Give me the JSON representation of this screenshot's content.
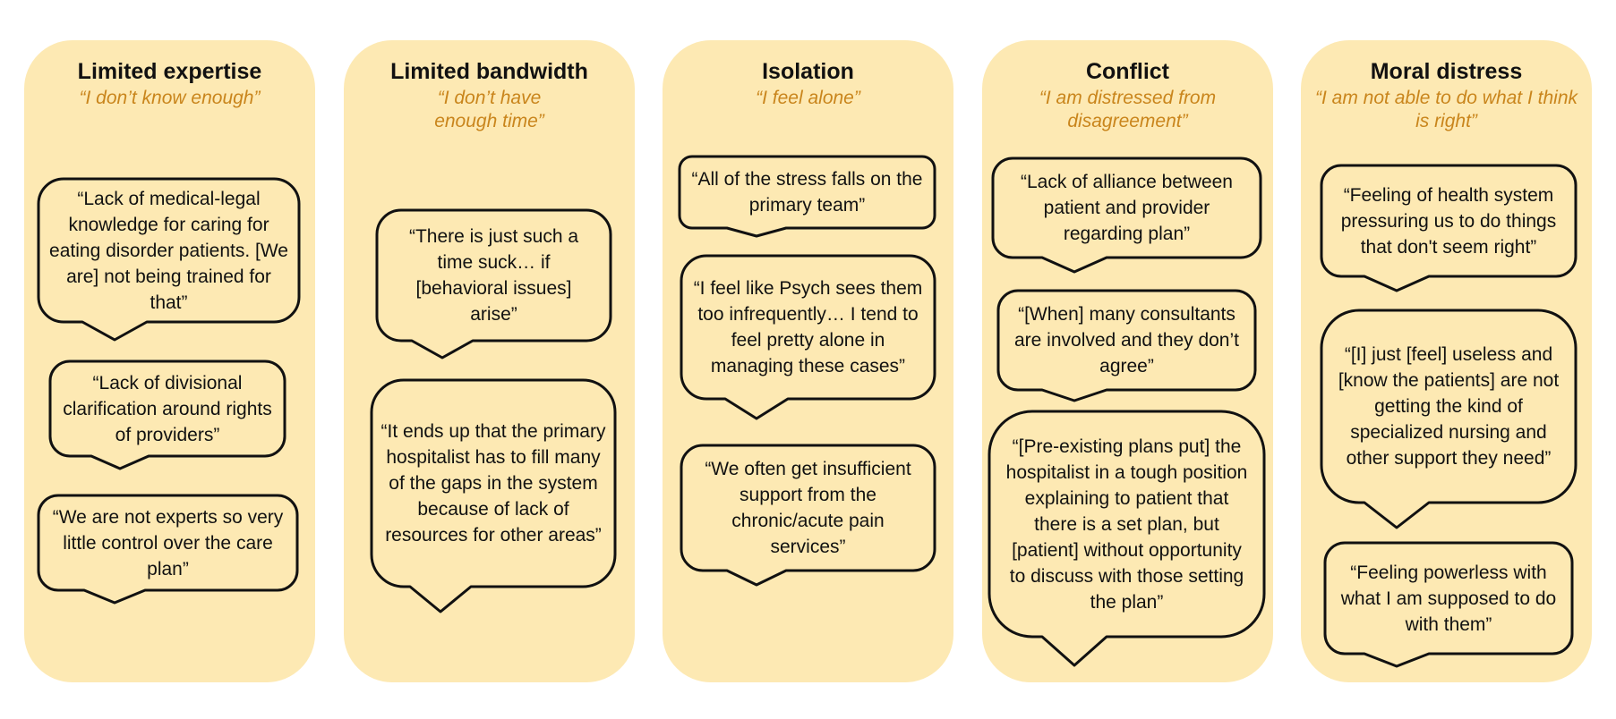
{
  "columns": [
    {
      "title": "Limited expertise",
      "subtitle": "“I don’t know enough”",
      "quotes": [
        "“Lack of medical-legal knowledge for caring for eating disorder patients. [We are] not being trained for that”",
        "“Lack of divisional clarification around rights of providers”",
        "“We are not experts so very little control over the care plan”"
      ]
    },
    {
      "title": "Limited bandwidth",
      "subtitle": "“I don’t have enough time”",
      "quotes": [
        "“There is just such a time suck… if [behavioral issues] arise”",
        "“It ends up that the primary hospitalist has to fill many of the gaps in the system because of lack of resources for other areas”"
      ]
    },
    {
      "title": "Isolation",
      "subtitle": "“I feel alone”",
      "quotes": [
        "“All of the stress falls on the primary team”",
        "“I feel like Psych sees them too infrequently… I tend to feel pretty alone in managing these cases”",
        "“We often get insufficient support from the chronic/acute pain services”"
      ]
    },
    {
      "title": "Conflict",
      "subtitle": "“I am distressed from disagreement”",
      "quotes": [
        "“Lack of alliance between patient and provider regarding plan”",
        "“[When] many consultants are involved and they don’t agree”",
        "“[Pre-existing plans put] the hospitalist in a tough position explaining to patient that there is a set plan, but [patient] without opportunity to discuss with those setting the plan”"
      ]
    },
    {
      "title": "Moral distress",
      "subtitle": "“I am not able to do what I think is right”",
      "quotes": [
        "“Feeling of health system pressuring us to do things that don't seem right”",
        "“[I] just [feel] useless and [know the patients] are not getting the kind of specialized nursing and other support they need”",
        "“Feeling powerless with what I am supposed to do with them”"
      ]
    }
  ]
}
